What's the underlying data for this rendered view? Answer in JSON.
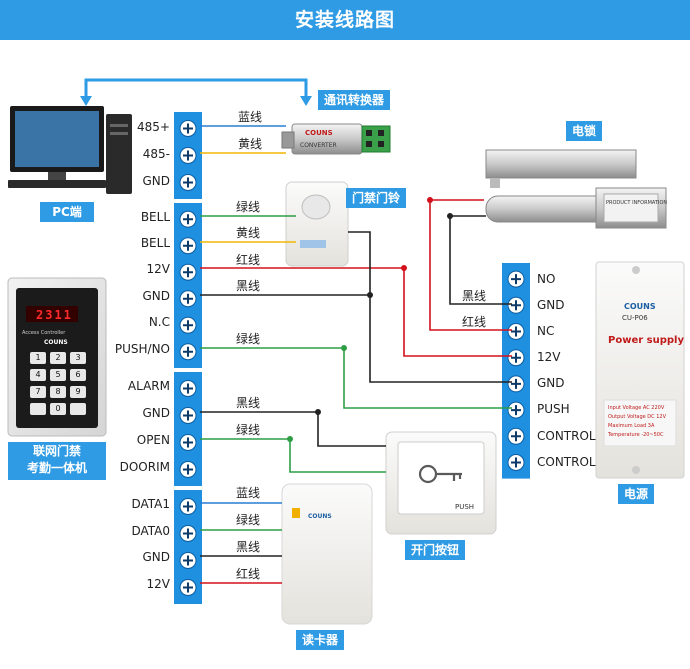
{
  "title": "安装线路图",
  "controller": {
    "group_pc": [
      "485+",
      "485-",
      "GND"
    ],
    "group_main": [
      "BELL",
      "BELL",
      "12V",
      "GND",
      "N.C",
      "PUSH/NO"
    ],
    "group_alarm": [
      "ALARM",
      "GND",
      "OPEN",
      "DOORIM"
    ],
    "group_reader": [
      "DATA1",
      "DATA0",
      "GND",
      "12V"
    ]
  },
  "power_terminals": [
    "NO",
    "GND",
    "NC",
    "12V",
    "GND",
    "PUSH",
    "CONTROL",
    "CONTROL"
  ],
  "wire_labels": {
    "blue": "蓝线",
    "yellow": "黄线",
    "green": "绿线",
    "red": "红线",
    "black": "黑线"
  },
  "devices": {
    "pc": "PC端",
    "converter": "通讯转换器",
    "converter_brand": "COUNS",
    "converter_text": "CONVERTER",
    "doorbell": "门禁门铃",
    "lock": "电锁",
    "lock_plate_text": "PRODUCT INFORMATION",
    "power": "电源",
    "power_brand": "COUNS",
    "power_model": "CU-P06",
    "power_title": "Power supply",
    "power_specs": [
      "Input Voltage  AC 220V",
      "Output Voltage  DC 12V",
      "Maximum Load  3A",
      "Temperature  -20~50C"
    ],
    "exit_button": "开门按钮",
    "exit_button_text": "PUSH",
    "reader": "读卡器",
    "reader_brand": "COUNS",
    "controller_name_line1": "联网门禁",
    "controller_name_line2": "考勤一体机",
    "controller_display": "2311",
    "controller_sub": "Access Controller",
    "controller_brand": "COUNS",
    "keypad": [
      "1",
      "2",
      "3",
      "4",
      "5",
      "6",
      "7",
      "8",
      "9",
      "",
      "0",
      ""
    ]
  },
  "colors": {
    "banner": "#2f9be4",
    "terminal_block": "#1f8fe0",
    "wire_blue": "#2a7fd4",
    "wire_yellow": "#f2b705",
    "wire_green": "#2e9e45",
    "wire_red": "#d4101c",
    "wire_black": "#222222"
  }
}
